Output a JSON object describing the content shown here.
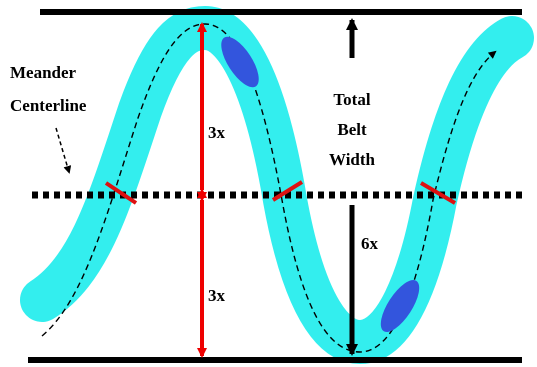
{
  "labels": {
    "meander_line1": "Meander",
    "meander_line2": "Centerline",
    "width_line1": "Total",
    "width_line2": "Belt",
    "width_line3": "Width",
    "half_upper": "3x",
    "half_lower": "3x",
    "full_width": "6x"
  },
  "colors": {
    "channel_fill": "#33eeee",
    "bar_fill": "#3355dd",
    "dimension_arrow": "#ee0000",
    "width_arrow": "#000000",
    "boundary_line": "#000000",
    "crossing_mark": "#dd1111"
  }
}
